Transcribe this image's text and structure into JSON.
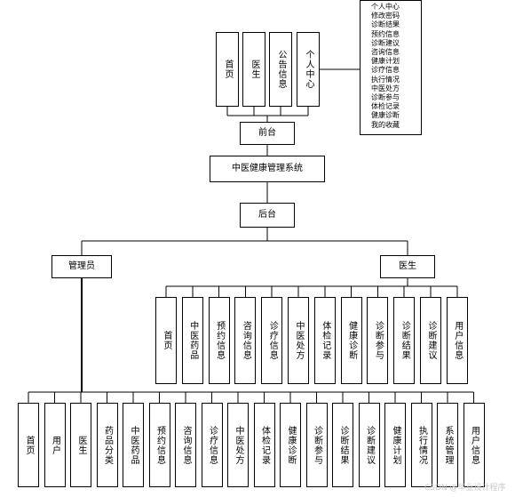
{
  "system": "中医健康管理系统",
  "front": {
    "label": "前台",
    "items": [
      "首页",
      "医生",
      "公告信息",
      "个人中心"
    ],
    "personal_center_items": [
      "个人中心",
      "修改密码",
      "诊断结果",
      "预约信息",
      "诊断建议",
      "咨询信息",
      "健康计划",
      "诊疗信息",
      "执行情况",
      "中医处方",
      "诊断参与",
      "体检记录",
      "健康诊断",
      "我的收藏"
    ]
  },
  "back": {
    "label": "后台",
    "admin": {
      "label": "管理员",
      "items": [
        "首页",
        "用户",
        "医生",
        "药品分类",
        "中医药品",
        "预约信息",
        "咨询信息",
        "诊疗信息",
        "中医处方",
        "体检记录",
        "健康诊断",
        "诊断参与",
        "诊断结果",
        "诊断建议",
        "健康计划",
        "执行情况",
        "系统管理",
        "用户信息"
      ]
    },
    "doctor": {
      "label": "医生",
      "items": [
        "首页",
        "中医药品",
        "预约信息",
        "咨询信息",
        "诊疗信息",
        "中医处方",
        "体检记录",
        "健康诊断",
        "诊断参与",
        "诊断结果",
        "诊断建议",
        "用户信息"
      ]
    }
  },
  "watermark": "CSDN @毕业设计程序"
}
